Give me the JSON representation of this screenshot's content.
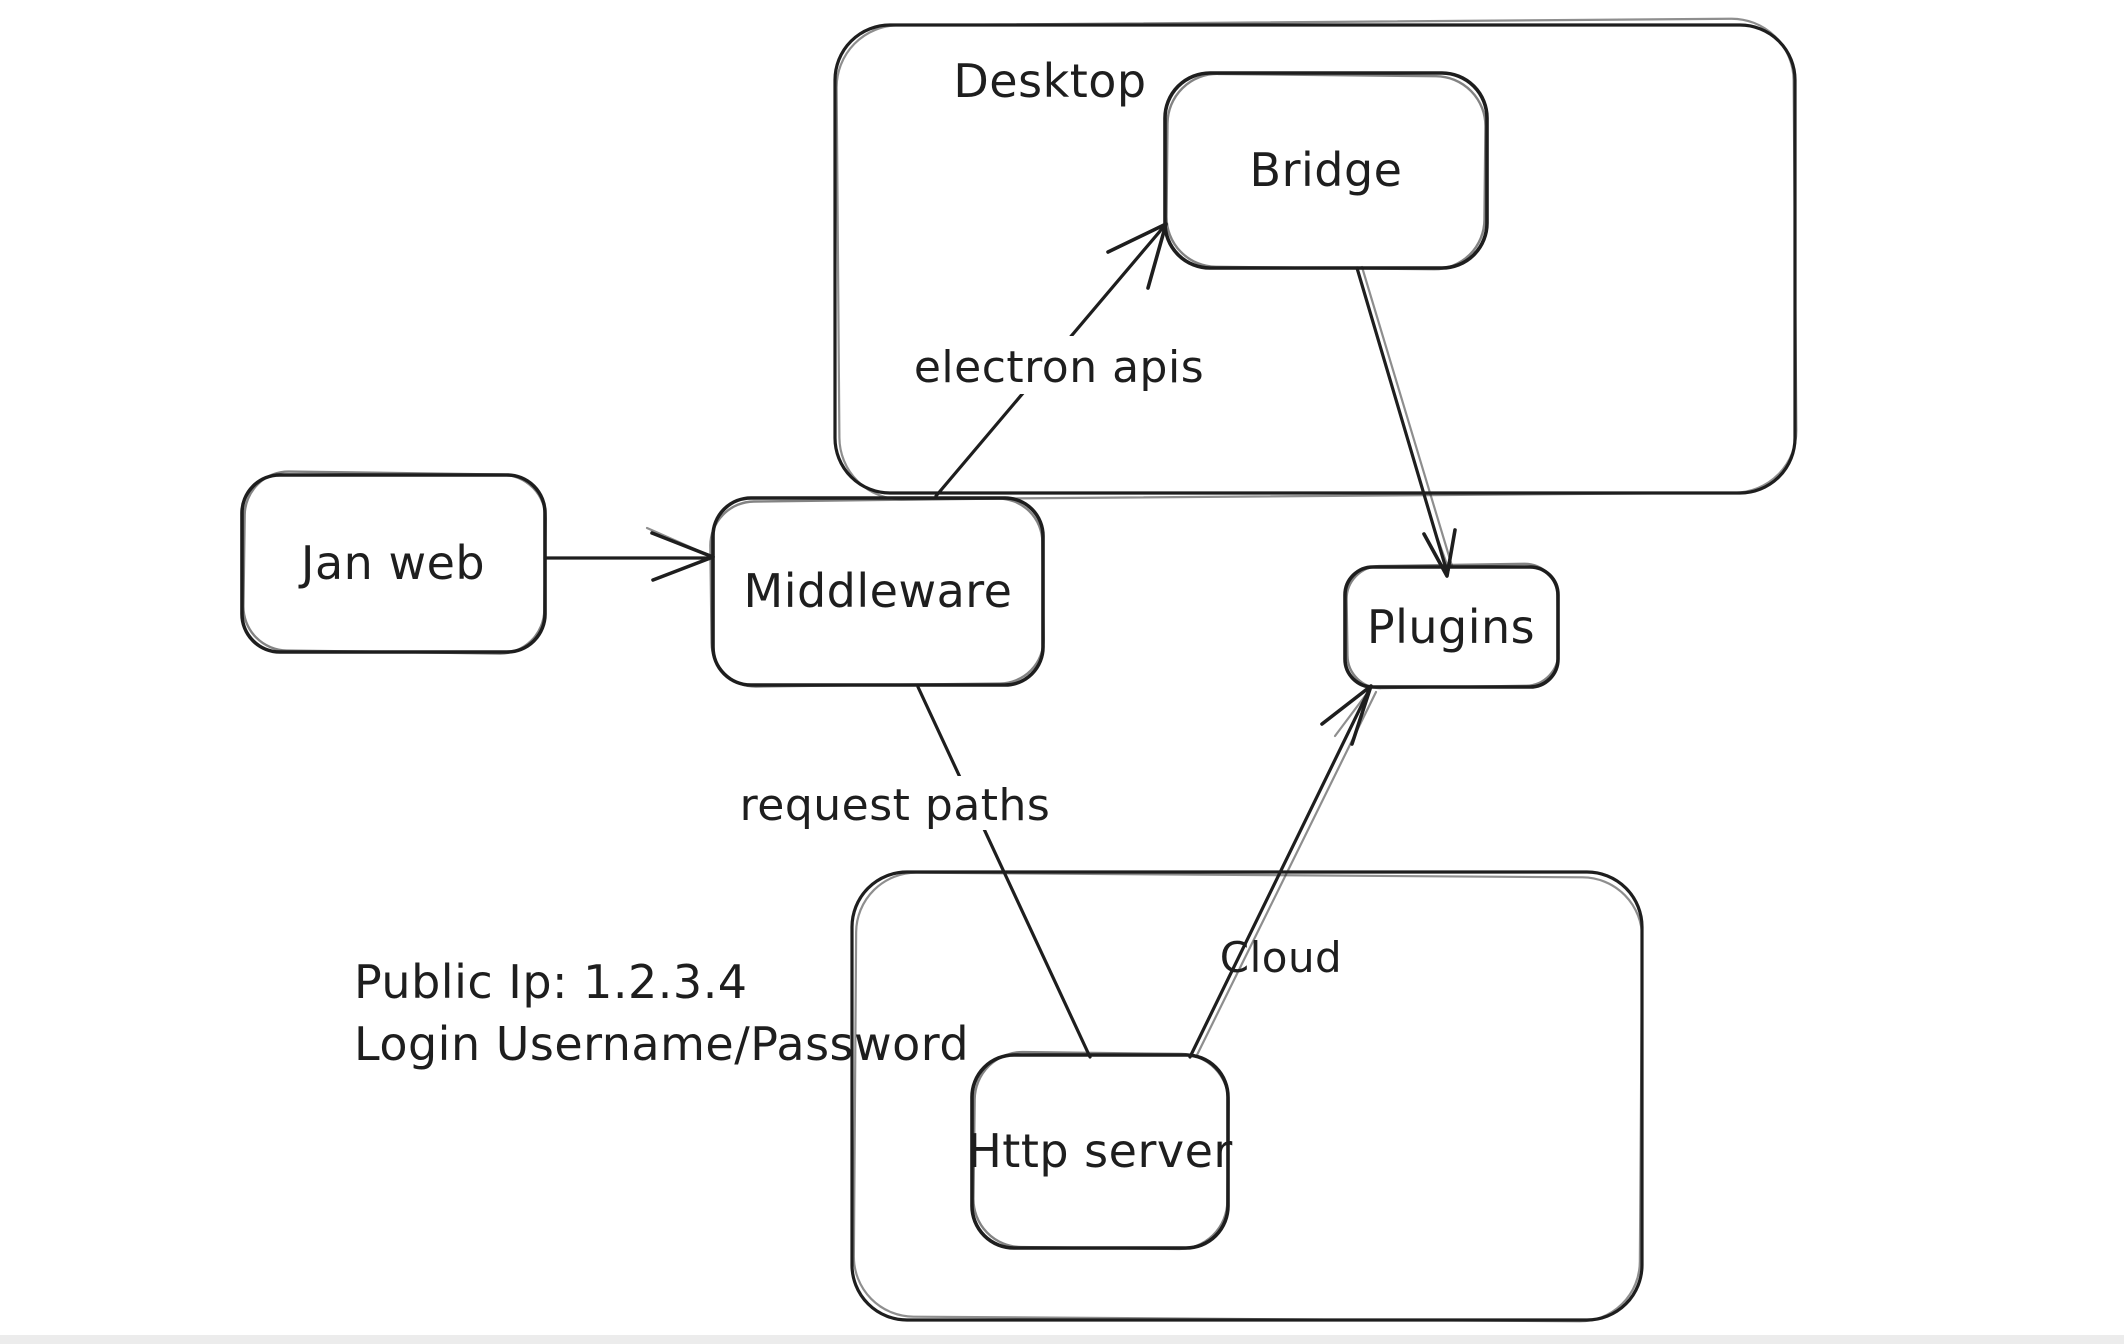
{
  "colors": {
    "stroke": "#1e1e1e",
    "background": "#ffffff",
    "canvas_edge_band": "#ececec"
  },
  "diagram": {
    "containers": [
      {
        "id": "desktop",
        "label": "Desktop"
      },
      {
        "id": "cloud",
        "label": "Cloud"
      }
    ],
    "nodes": [
      {
        "id": "jan-web",
        "label": "Jan web"
      },
      {
        "id": "middleware",
        "label": "Middleware"
      },
      {
        "id": "bridge",
        "label": "Bridge"
      },
      {
        "id": "plugins",
        "label": "Plugins"
      },
      {
        "id": "http-server",
        "label": "Http server"
      }
    ],
    "edges": [
      {
        "id": "jan-web-to-middleware",
        "from": "Jan web",
        "to": "Middleware",
        "label": ""
      },
      {
        "id": "middleware-to-bridge",
        "from": "Middleware",
        "to": "Bridge",
        "label": "electron apis"
      },
      {
        "id": "bridge-to-plugins",
        "from": "Bridge",
        "to": "Plugins",
        "label": ""
      },
      {
        "id": "middleware-to-http-server",
        "from": "Middleware",
        "to": "Http server",
        "label": "request paths"
      },
      {
        "id": "http-server-to-plugins",
        "from": "Http server",
        "to": "Plugins",
        "label": ""
      }
    ],
    "annotations": [
      {
        "id": "public-ip",
        "text": "Public Ip: 1.2.3.4"
      },
      {
        "id": "login",
        "text": "Login Username/Password"
      }
    ]
  }
}
